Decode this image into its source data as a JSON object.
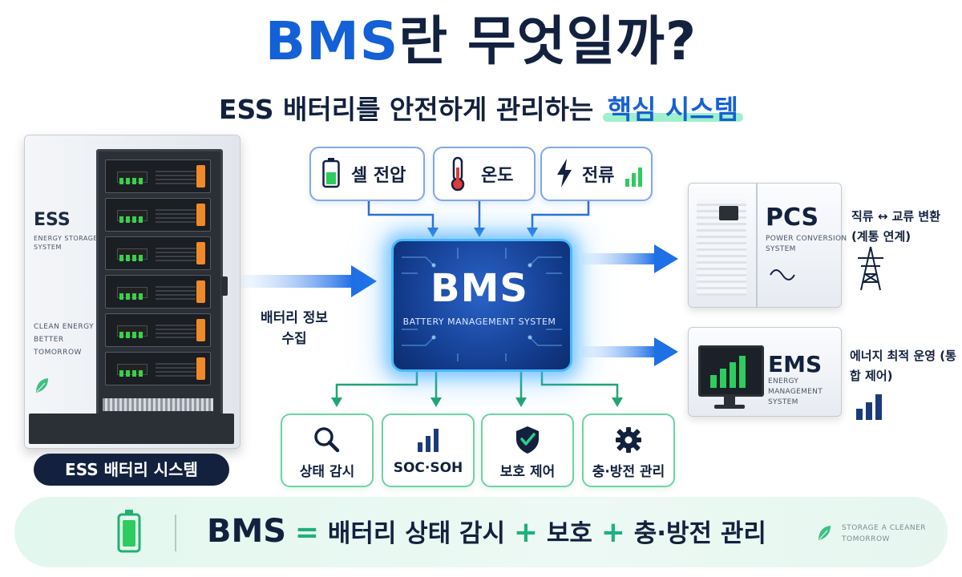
{
  "header": {
    "title_accent": "BMS",
    "title_rest": "란 무엇일까?",
    "subtitle_main": "ESS 배터리를 안전하게 관리하는",
    "subtitle_highlight": "핵심 시스템"
  },
  "ess": {
    "name": "ESS",
    "name_sub": "ENERGY STORAGE SYSTEM",
    "slogan": "CLEAN ENERGY BETTER TOMORROW",
    "label": "ESS 배터리 시스템",
    "collect_label": "배터리 정보 수집"
  },
  "sensors": [
    {
      "label": "셀 전압",
      "icon": "battery-icon"
    },
    {
      "label": "온도",
      "icon": "thermometer-icon"
    },
    {
      "label": "전류",
      "icon": "lightning-icon"
    }
  ],
  "bms": {
    "title": "BMS",
    "subtitle": "BATTERY MANAGEMENT SYSTEM"
  },
  "pcs": {
    "name": "PCS",
    "subtitle": "POWER CONVERSION SYSTEM",
    "desc": "직류 ↔ 교류 변환 (계통 연계)"
  },
  "ems": {
    "name": "EMS",
    "subtitle": "ENERGY MANAGEMENT SYSTEM",
    "desc": "에너지 최적 운영 (통합 제어)"
  },
  "functions": [
    {
      "label": "상태 감시",
      "icon": "magnifier-icon"
    },
    {
      "label": "SOC·SOH",
      "icon": "bar-chart-icon"
    },
    {
      "label": "보호 제어",
      "icon": "shield-check-icon"
    },
    {
      "label": "충·방전 관리",
      "icon": "gear-icon"
    }
  ],
  "bottom": {
    "formula_lhs": "BMS",
    "eq": "=",
    "part1": "배터리 상태 감시",
    "plus": "+",
    "part2": "보호",
    "part3": "충·방전 관리",
    "tag": "STORAGE A CLEANER TOMORROW"
  },
  "colors": {
    "accent_blue": "#1460d6",
    "navy": "#13213f",
    "green": "#1fb07d",
    "glow": "#49b8ff"
  }
}
